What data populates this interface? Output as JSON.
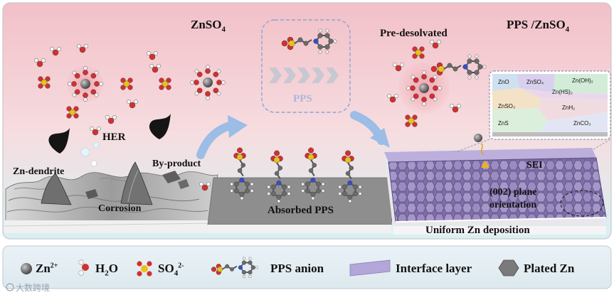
{
  "panel1": {
    "title_main": "ZnSO",
    "title_sub": "4",
    "her": "HER",
    "zn_dendrite": "Zn-dendrite",
    "by_product": "By-product",
    "corrosion": "Corrosion"
  },
  "panel2": {
    "pps_box_label": "PPS",
    "absorbed": "Absorbed  PPS"
  },
  "panel3": {
    "title_main": "PPS /ZnSO",
    "title_sub": "4",
    "pre_desolvated": "Pre-desolvated",
    "sei": "SEI",
    "plane_line1": "(002)  plane",
    "plane_line2": "orientation",
    "uniform": "Uniform Zn deposition",
    "sei_components": [
      "ZnO",
      "ZnSO₄",
      "Zn(OH)₂",
      "Zn(HS)₂",
      "ZnSO₃",
      "ZnH₂",
      "ZnS",
      "ZnCO₃"
    ]
  },
  "legend": {
    "zn_main": "Zn",
    "zn_sup": "2+",
    "h2o_a": "H",
    "h2o_sub": "2",
    "h2o_b": "O",
    "so4_main": "SO",
    "so4_sub": "4",
    "so4_sup": "2-",
    "pps_anion": "PPS  anion",
    "interface": "Interface layer",
    "plated": "Plated Zn"
  },
  "watermark": "大数跨境",
  "colors": {
    "top_bg_pink": "#f4c9cf",
    "bottom_bg_cyan": "#d8f1f3",
    "arrow_blue": "#9bbde6",
    "sei_purple": "#9b8ac4",
    "hex_purple": "#8f7fb2",
    "sulfur_yellow": "#e8c21a",
    "oxygen_red": "#d23030",
    "nitrogen_blue": "#2f4fd0",
    "zinc_gray": "#5a5a5a",
    "legend_bg": "#e3eef4"
  },
  "icons": [
    "zn-ion-icon",
    "water-molecule-icon",
    "sulfate-icon",
    "pps-molecule-icon",
    "interface-layer-icon",
    "plated-zn-hexagon-icon"
  ]
}
